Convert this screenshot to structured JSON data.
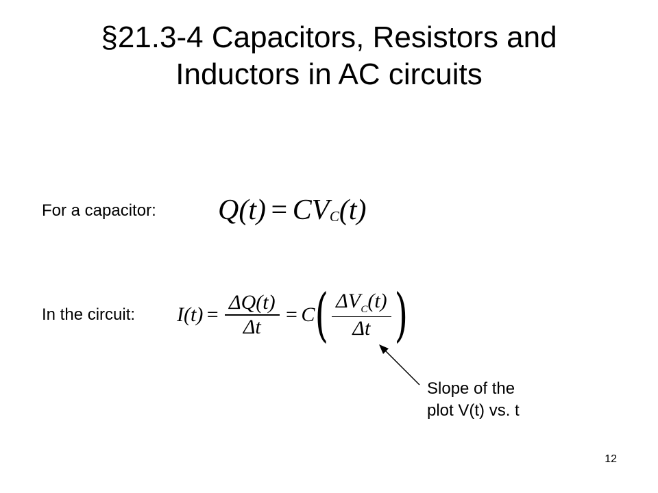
{
  "slide": {
    "title_line1": "§21.3-4 Capacitors, Resistors and",
    "title_line2": "Inductors in AC circuits",
    "capacitor_label": "For a capacitor:",
    "circuit_label": "In the circuit:",
    "eq1": {
      "lhs": "Q(t)",
      "eq": "=",
      "coef": "CV",
      "sub": "C",
      "arg": "(t)"
    },
    "eq2": {
      "lhs": "I(t)",
      "eq1": "=",
      "frac1_num": "ΔQ(t)",
      "frac1_den": "Δt",
      "eq2": "=",
      "coef": "C",
      "paren_open": "(",
      "frac2_num_pre": "ΔV",
      "frac2_num_sub": "C",
      "frac2_num_post": "(t)",
      "frac2_den": "Δt",
      "paren_close": ")"
    },
    "annotation_line1": "Slope of the",
    "annotation_line2": "plot V(t) vs. t",
    "page_number": "12"
  }
}
